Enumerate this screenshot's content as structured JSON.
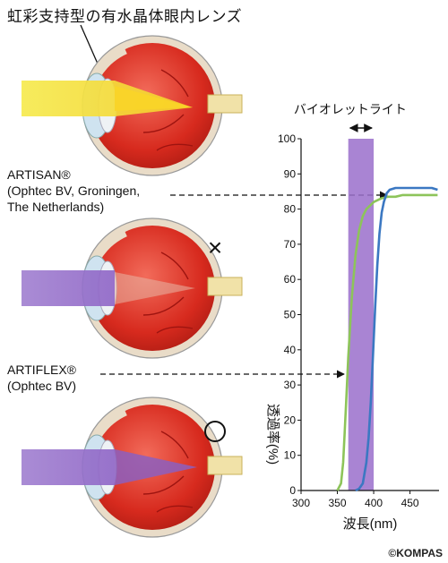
{
  "title": "虹彩支持型の有水晶体眼内レンズ",
  "artisan": {
    "name": "ARTISAN®",
    "maker": "(Ophtec BV, Groningen,",
    "country": "The Netherlands)"
  },
  "artiflex": {
    "name": "ARTIFLEX®",
    "maker": "(Ophtec BV)"
  },
  "marks": {
    "bad": "×",
    "good": "○"
  },
  "copyright": "©KOMPAS",
  "colors": {
    "yellow_light": "#f4e64a",
    "violet_light": "#9b74c9",
    "violet_band": "#9a6fcb",
    "artisan_curve": "#3b78c2",
    "artiflex_curve": "#8dc45a",
    "gray_curve": "#7d7d7d"
  },
  "chart_data": {
    "type": "line",
    "title": "",
    "xlabel": "波長(nm)",
    "ylabel": "透過率(%)",
    "xlim": [
      300,
      490
    ],
    "ylim": [
      0,
      100
    ],
    "xticks": [
      300,
      350,
      400,
      450
    ],
    "yticks": [
      0,
      10,
      20,
      30,
      40,
      50,
      60,
      70,
      80,
      90,
      100
    ],
    "band": {
      "label": "バイオレットライト",
      "x0": 365,
      "x1": 400
    },
    "series": [
      {
        "name": "ARTIFLEX®",
        "color": "#8dc45a",
        "x": [
          350,
          355,
          358,
          360,
          362,
          365,
          370,
          375,
          380,
          385,
          390,
          395,
          400,
          410,
          420,
          430,
          440,
          450,
          460,
          470,
          480,
          488
        ],
        "y": [
          0,
          2,
          8,
          16,
          25,
          38,
          55,
          67,
          74,
          78,
          80,
          81,
          82,
          83,
          83.5,
          83.5,
          84,
          84,
          84,
          84,
          84,
          84
        ]
      },
      {
        "name": "ARTISAN®",
        "color": "#3b78c2",
        "x": [
          375,
          380,
          385,
          390,
          393,
          396,
          399,
          402,
          405,
          408,
          411,
          414,
          418,
          422,
          430,
          440,
          450,
          460,
          470,
          480,
          488
        ],
        "y": [
          0,
          0.5,
          2,
          8,
          15,
          25,
          38,
          52,
          64,
          73,
          79,
          82,
          84.5,
          85.5,
          86,
          86,
          86,
          86,
          86,
          86,
          85.5
        ]
      }
    ]
  }
}
